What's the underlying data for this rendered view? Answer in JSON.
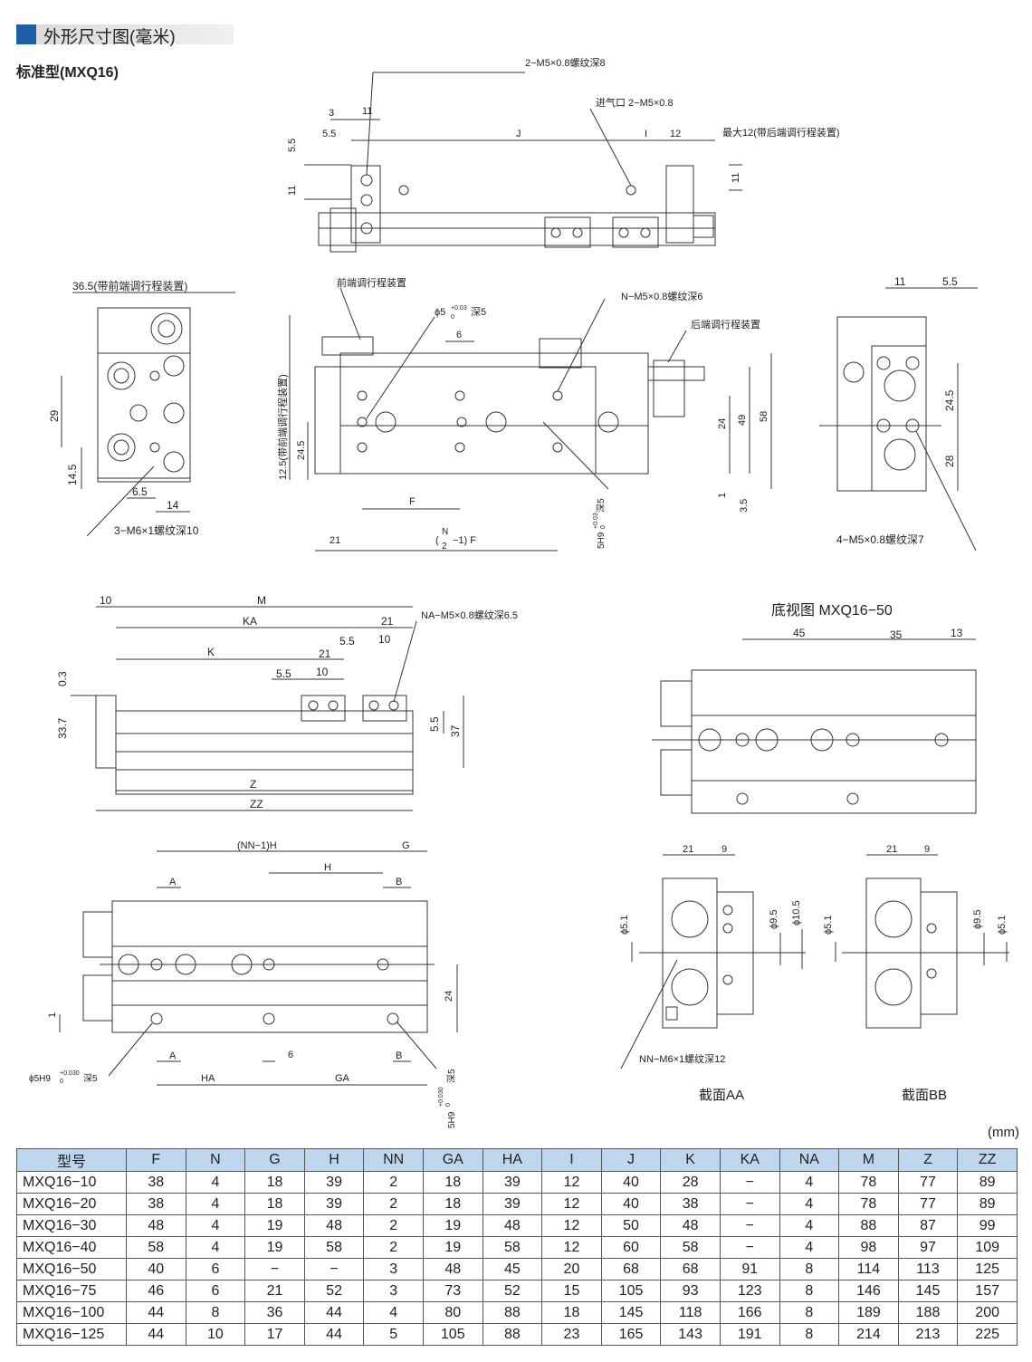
{
  "header": {
    "title": "外形尺寸图(毫米)",
    "subtitle": "标准型(MXQ16)"
  },
  "views": {
    "top": {
      "labels": {
        "thread_top": "2−M5×0.8螺纹深8",
        "inlet": "进气口 2−M5×0.8",
        "max12": "最大12(带后端调行程装置)",
        "d3": "3",
        "d11a": "11",
        "d55": "5.5",
        "dJ": "J",
        "dI": "I",
        "d12": "12",
        "v55": "5.5",
        "v11": "11",
        "v11r": "11"
      }
    },
    "side_left": {
      "labels": {
        "top": "36.5(带前端调行程装置)",
        "d29": "29",
        "d145": "14.5",
        "d65": "6.5",
        "d14": "14",
        "thread": "3−M6×1螺纹深10"
      }
    },
    "main": {
      "labels": {
        "front_adj": "前端调行程装置",
        "phi5": "ϕ5",
        "phi5_tol": "+0.03",
        "phi5_tol2": "0",
        "phi5_depth": "深5",
        "d6": "6",
        "nthread": "N−M5×0.8螺纹深6",
        "rear_adj": "后端调行程装置",
        "v125": "12.5(带前端调行程装置)",
        "v245": "24.5",
        "v24": "24",
        "v49": "49",
        "v58": "58",
        "v1": "1",
        "v35": "3.5",
        "dF": "F",
        "d21": "21",
        "dN": "N",
        "dN2": "2",
        "dNF": "−1) F",
        "dNlp": "(",
        "h5h9": "5H9",
        "h5h9_tol": "+0.03",
        "h5h9_tol2": "0",
        "h5h9_depth": "深5"
      }
    },
    "side_right": {
      "labels": {
        "d11": "11",
        "d55": "5.5",
        "v245": "24.5",
        "v28": "28",
        "thread": "4−M5×0.8螺纹深7"
      }
    },
    "front": {
      "labels": {
        "d10": "10",
        "dM": "M",
        "dKA": "KA",
        "d21a": "21",
        "nathread": "NA−M5×0.8螺纹深6.5",
        "d55a": "5.5",
        "d10a": "10",
        "dK": "K",
        "d21b": "21",
        "d55b": "5.5",
        "d10b": "10",
        "v03": "0.3",
        "v337": "33.7",
        "v55": "5.5",
        "v37": "37",
        "dZ": "Z",
        "dZZ": "ZZ"
      }
    },
    "bottom_50": {
      "title": "底视图 MXQ16−50",
      "labels": {
        "d45": "45",
        "d35": "35",
        "d13": "13"
      }
    },
    "bottom_generic": {
      "labels": {
        "dNNH": "(NN−1)H",
        "dG": "G",
        "dA": "A",
        "dH": "H",
        "dB": "B",
        "v1": "1",
        "v24": "24",
        "dA2": "A",
        "d6": "6",
        "dB2": "B",
        "dHA": "HA",
        "dGA": "GA",
        "phi5h9": "ϕ5H9",
        "phi5h9_tol": "+0.030",
        "phi5h9_tol2": "0",
        "phi5h9_depth": "深5",
        "h5h9": "5H9",
        "h5h9_tol": "+0.030",
        "h5h9_tol2": "0",
        "h5h9_depth": "深5"
      }
    },
    "section_aa": {
      "title": "截面AA",
      "labels": {
        "d21": "21",
        "d9": "9",
        "phi51": "ϕ5.1",
        "phi95": "ϕ9.5",
        "phi105": "ϕ10.5",
        "thread": "NN−M6×1螺纹深12"
      }
    },
    "section_bb": {
      "title": "截面BB",
      "labels": {
        "d21": "21",
        "d9": "9",
        "phi51": "ϕ5.1",
        "phi95": "ϕ9.5",
        "phi51b": "ϕ5.1"
      }
    }
  },
  "table": {
    "unit": "(mm)",
    "headers": [
      "型号",
      "F",
      "N",
      "G",
      "H",
      "NN",
      "GA",
      "HA",
      "I",
      "J",
      "K",
      "KA",
      "NA",
      "M",
      "Z",
      "ZZ"
    ],
    "rows": [
      [
        "MXQ16−10",
        "38",
        "4",
        "18",
        "39",
        "2",
        "18",
        "39",
        "12",
        "40",
        "28",
        "−",
        "4",
        "78",
        "77",
        "89"
      ],
      [
        "MXQ16−20",
        "38",
        "4",
        "18",
        "39",
        "2",
        "18",
        "39",
        "12",
        "40",
        "38",
        "−",
        "4",
        "78",
        "77",
        "89"
      ],
      [
        "MXQ16−30",
        "48",
        "4",
        "19",
        "48",
        "2",
        "19",
        "48",
        "12",
        "50",
        "48",
        "−",
        "4",
        "88",
        "87",
        "99"
      ],
      [
        "MXQ16−40",
        "58",
        "4",
        "19",
        "58",
        "2",
        "19",
        "58",
        "12",
        "60",
        "58",
        "−",
        "4",
        "98",
        "97",
        "109"
      ],
      [
        "MXQ16−50",
        "40",
        "6",
        "−",
        "−",
        "3",
        "48",
        "45",
        "20",
        "68",
        "68",
        "91",
        "8",
        "114",
        "113",
        "125"
      ],
      [
        "MXQ16−75",
        "46",
        "6",
        "21",
        "52",
        "3",
        "73",
        "52",
        "15",
        "105",
        "93",
        "123",
        "8",
        "146",
        "145",
        "157"
      ],
      [
        "MXQ16−100",
        "44",
        "8",
        "36",
        "44",
        "4",
        "80",
        "88",
        "18",
        "145",
        "118",
        "166",
        "8",
        "189",
        "188",
        "200"
      ],
      [
        "MXQ16−125",
        "44",
        "10",
        "17",
        "44",
        "5",
        "105",
        "88",
        "23",
        "165",
        "143",
        "191",
        "8",
        "214",
        "213",
        "225"
      ]
    ]
  }
}
